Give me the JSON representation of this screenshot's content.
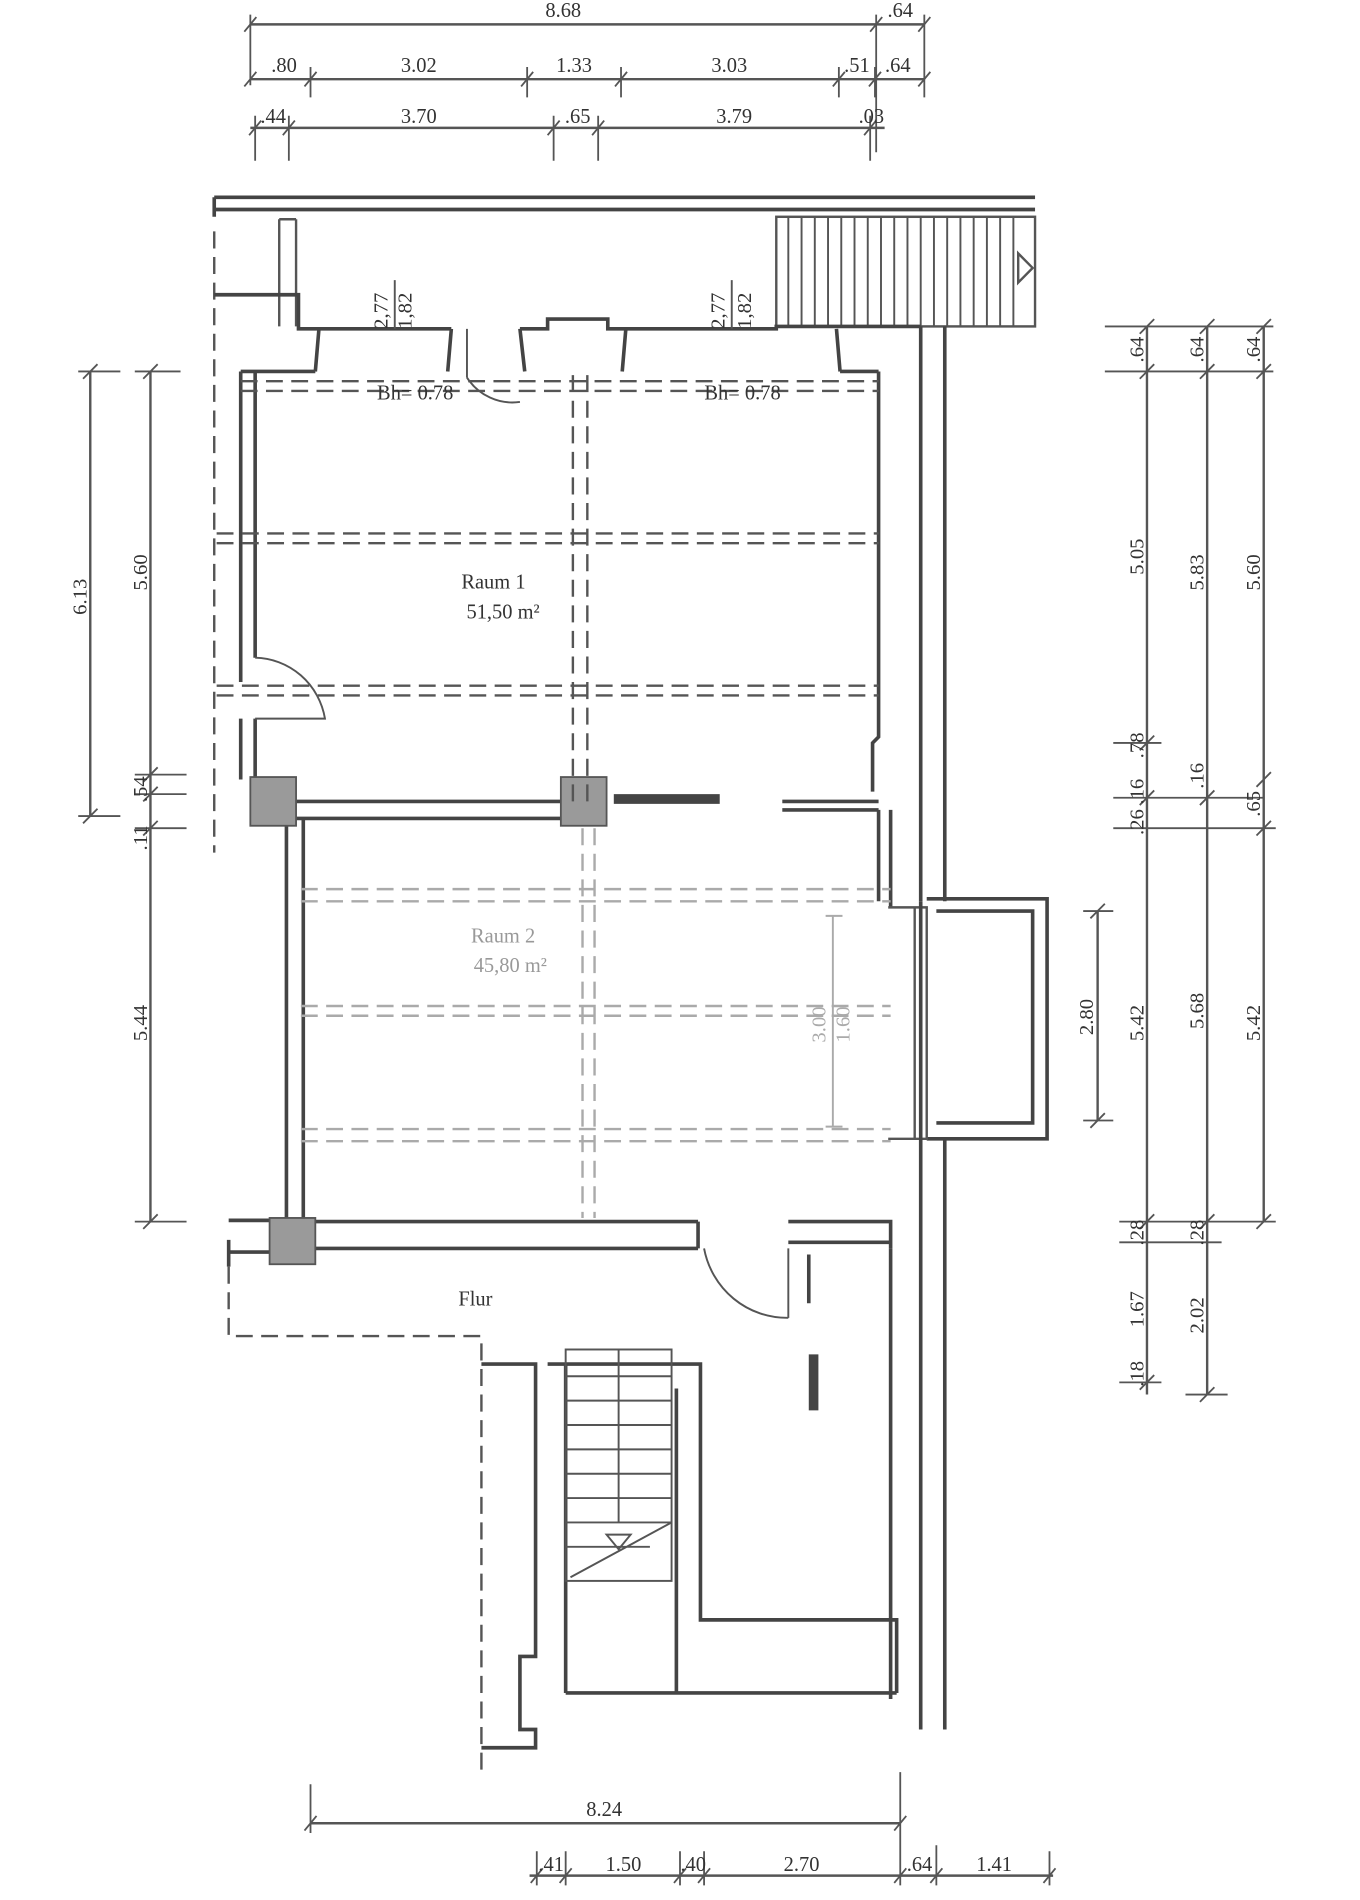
{
  "rooms": {
    "raum1": {
      "name": "Raum 1",
      "area": "51,50 m²"
    },
    "raum2": {
      "name": "Raum 2",
      "area": "45,80 m²"
    },
    "flur": {
      "name": "Flur"
    }
  },
  "windows": {
    "w1": {
      "height": "2,77",
      "sill": "1,82",
      "bh": "Bh= 0.78"
    },
    "w2": {
      "height": "2,77",
      "sill": "1,82",
      "bh": "Bh= 0.78"
    },
    "w3": {
      "height": "3.00",
      "sill": "1.60"
    }
  },
  "dims_top": {
    "row1": [
      "8.68",
      ".64"
    ],
    "row2": [
      ".80",
      "3.02",
      "1.33",
      "3.03",
      ".51",
      ".64"
    ],
    "row3": [
      ".44",
      "3.70",
      ".65",
      "3.79",
      ".03"
    ]
  },
  "dims_bottom": {
    "row1": [
      "8.24"
    ],
    "row2": [
      ".41",
      "1.50",
      ".40",
      "2.70",
      ".64",
      "1.41"
    ]
  },
  "dims_left": {
    "outer": [
      "6.13"
    ],
    "inner": [
      "5.60",
      ".54",
      ".11",
      "5.44"
    ]
  },
  "dims_right": {
    "bay": [
      "2.80"
    ],
    "col1": [
      ".64",
      "5.05",
      ".78",
      ".26",
      ".16",
      "5.42",
      ".28",
      "1.67",
      ".18"
    ],
    "col2": [
      ".64",
      "5.83",
      ".16",
      "5.68",
      ".28",
      "2.02"
    ],
    "col3": [
      ".64",
      "5.60",
      ".65",
      "5.42"
    ]
  }
}
